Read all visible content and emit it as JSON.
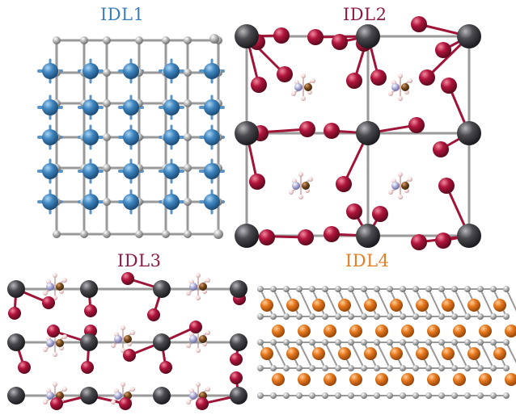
{
  "labels": {
    "idl1": "IDL1",
    "idl2": "IDL2",
    "idl3": "IDL3",
    "idl4": "IDL4"
  },
  "colors": {
    "idl1_text": "#3a7db8",
    "idl2_text": "#8c1a48",
    "idl3_text": "#8c1a48",
    "idl4_text": "#e67e22",
    "blue_atom": "#3f86c0",
    "grey_small_atom": "#b5b5b5",
    "dark_metal_atom": "#4a4a4e",
    "crimson_atom": "#b0143c",
    "orange_atom": "#e6781e",
    "brown_atom": "#7a4a1c",
    "lavender_atom": "#b2b2dc",
    "pink_atom": "#f3d6d6",
    "bond_grey": "#9a9a9a",
    "bond_crimson": "#a01438",
    "bond_blue": "#5a93c4"
  },
  "panels": [
    {
      "name": "IDL1",
      "description_key": "idl1"
    },
    {
      "name": "IDL2",
      "description_key": "idl2"
    },
    {
      "name": "IDL3",
      "description_key": "idl3"
    },
    {
      "name": "IDL4",
      "description_key": "idl4"
    }
  ]
}
